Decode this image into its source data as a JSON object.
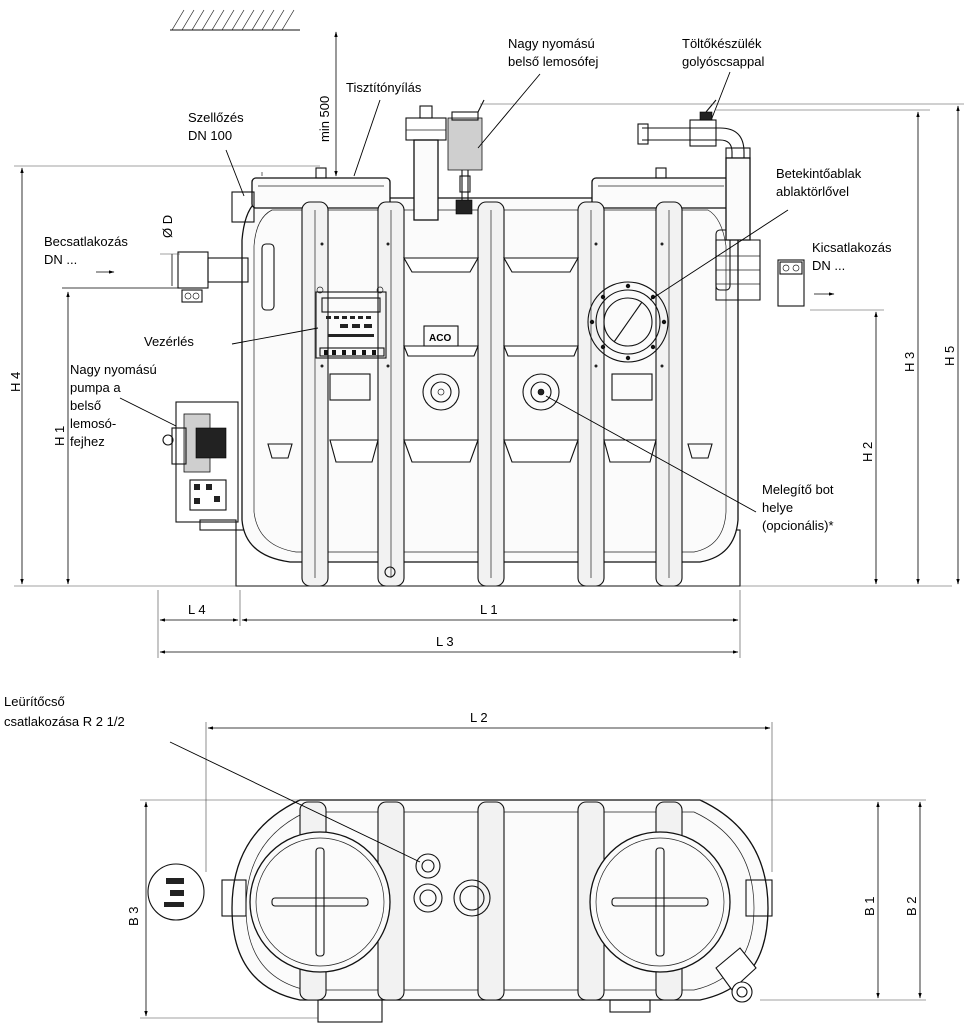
{
  "labels": {
    "tisztitonyilas": "Tisztítónyílás",
    "nagy_nyomasu_fej_1": "Nagy nyomású",
    "nagy_nyomasu_fej_2": "belső lemosófej",
    "toltokeszulek_1": "Töltőkészülék",
    "toltokeszulek_2": "golyóscsappal",
    "szellozes_1": "Szellőzés",
    "szellozes_2": "DN 100",
    "min500": "min 500",
    "od": "Ø D",
    "becsatlakozas_1": "Becsatlakozás",
    "becsatlakozas_2": "DN ...",
    "kicsatlakozas_1": "Kicsatlakozás",
    "kicsatlakozas_2": "DN ...",
    "betekinto_1": "Betekintőablak",
    "betekinto_2": "ablaktörlővel",
    "vezerles": "Vezérlés",
    "pumpa_1": "Nagy nyomású",
    "pumpa_2": "pumpa a",
    "pumpa_3": "belső",
    "pumpa_4": "lemosó-",
    "pumpa_5": "fejhez",
    "melegito_1": "Melegítő bot",
    "melegito_2": "helye",
    "melegito_3": "(opcionális)*",
    "leuritocso_1": "Leürítőcső",
    "leuritocso_2": "csatlakozása R 2 1/2",
    "logo": "ACO"
  },
  "dimensions": {
    "h1": "H 1",
    "h2": "H 2",
    "h3": "H 3",
    "h4": "H 4",
    "h5": "H 5",
    "l1": "L 1",
    "l2": "L 2",
    "l3": "L 3",
    "l4": "L 4",
    "b1": "B 1",
    "b2": "B 2",
    "b3": "B 3"
  }
}
